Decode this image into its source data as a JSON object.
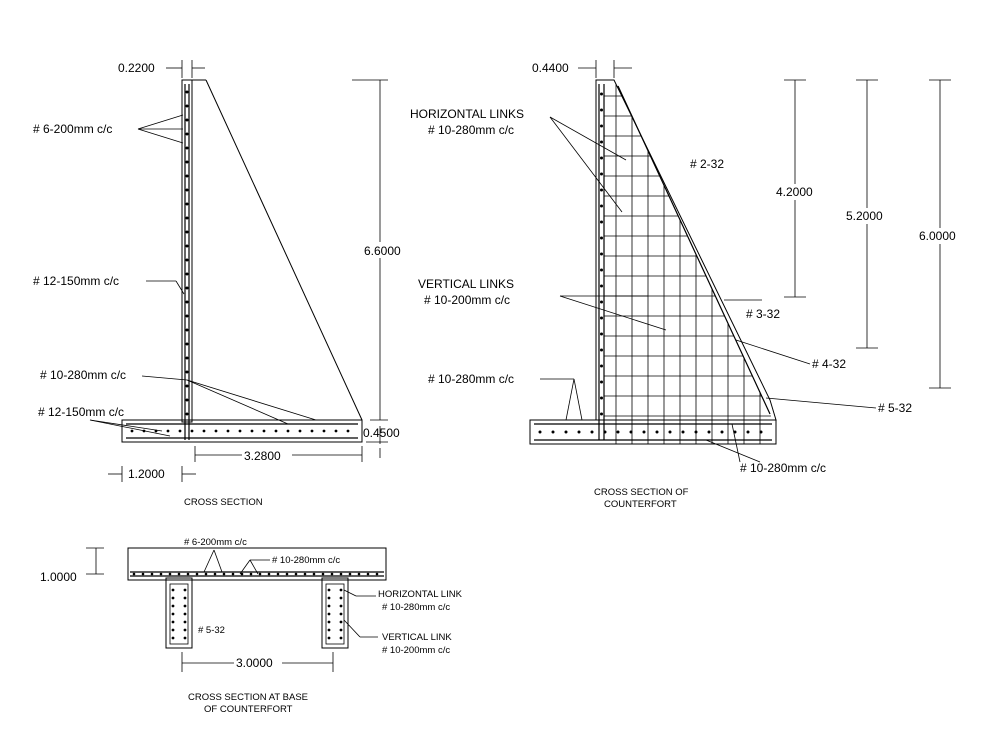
{
  "cross_section": {
    "title": "CROSS SECTION",
    "dim_stem": "0.2200",
    "dim_height": "6.6000",
    "dim_base_thk": "0.4500",
    "dim_heel": "3.2800",
    "dim_toe": "1.2000",
    "rebar_stem_vertical": "# 6-200mm c/c",
    "rebar_stem_main": "# 12-150mm c/c",
    "rebar_heel": "# 10-280mm c/c",
    "rebar_base": "# 12-150mm c/c"
  },
  "counterfort_section": {
    "title_line1": "CROSS SECTION OF",
    "title_line2": "COUNTERFORT",
    "dim_top": "0.4400",
    "dim_a": "4.2000",
    "dim_b": "5.2000",
    "dim_c": "6.0000",
    "horizontal_links_label": "HORIZONTAL LINKS",
    "horizontal_links_spec": "# 10-280mm c/c",
    "vertical_links_label": "VERTICAL LINKS",
    "vertical_links_spec": "# 10-200mm c/c",
    "base_rebar_left": "# 10-280mm c/c",
    "base_rebar_bottom": "# 10-280mm c/c",
    "bars_1": "# 2-32",
    "bars_2": "# 3-32",
    "bars_3": "# 4-32",
    "bars_4": "# 5-32"
  },
  "base_section": {
    "title_line1": "CROSS SECTION AT BASE",
    "title_line2": "OF COUNTERFORT",
    "dim_slab": "1.0000",
    "dim_spacing": "3.0000",
    "rebar_top": "# 6-200mm c/c",
    "rebar_slab": "# 10-280mm c/c",
    "rebar_rib": "# 5-32",
    "horizontal_link_label": "HORIZONTAL LINK",
    "horizontal_link_spec": "# 10-280mm c/c",
    "vertical_link_label": "VERTICAL LINK",
    "vertical_link_spec": "# 10-200mm c/c"
  }
}
